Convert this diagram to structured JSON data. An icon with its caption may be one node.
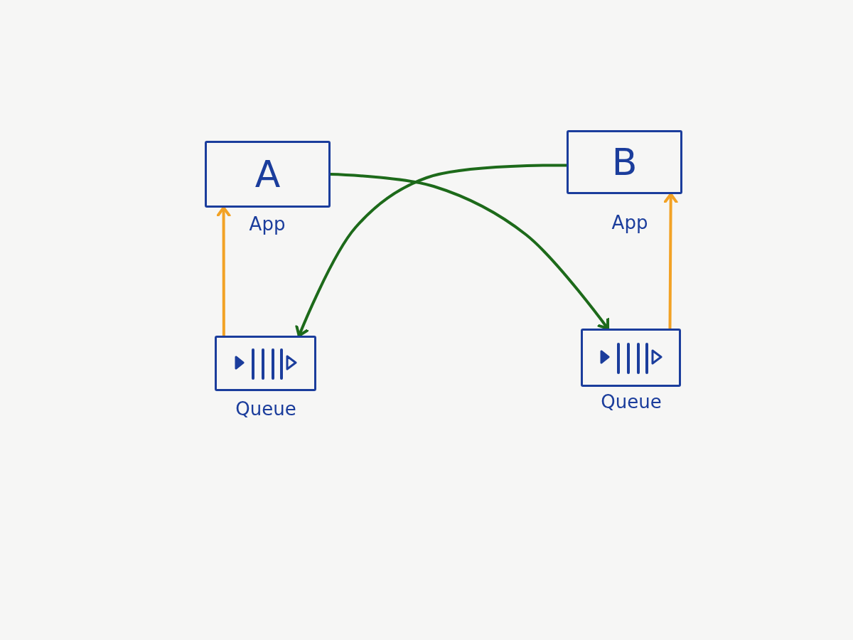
{
  "diagram": {
    "nodes": [
      {
        "text": [
          "A"
        ],
        "beside": [
          "App"
        ]
      },
      {
        "text": [
          "B"
        ],
        "beside": [
          "App"
        ]
      },
      {
        "text": [],
        "shape": "box",
        "beside": [
          "Queue"
        ]
      },
      {
        "text": [],
        "shape": "box",
        "beside": [
          "Queue"
        ]
      }
    ],
    "edges": [
      {
        "from": 0,
        "to": 3,
        "arrow": "to",
        "color": "#1d6a1a"
      },
      {
        "from": 1,
        "to": 2,
        "arrow": "to",
        "color": "#1d6a1a"
      },
      {
        "from": 2,
        "to": 0,
        "arrow": "to",
        "color": "#f2a225"
      },
      {
        "from": 3,
        "to": 1,
        "arrow": "to",
        "color": "#f2a225"
      }
    ]
  }
}
